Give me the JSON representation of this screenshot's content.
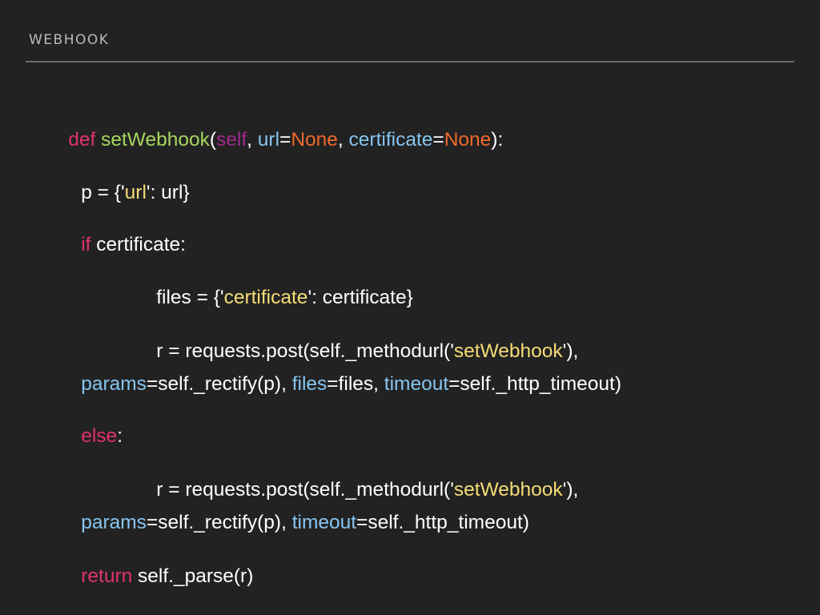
{
  "slide": {
    "title": "WEBHOOK"
  },
  "code": {
    "lines": [
      {
        "tokens": [
          {
            "text": "def ",
            "kind": "kw"
          },
          {
            "text": "setWebhook",
            "kind": "fn"
          },
          {
            "text": "(",
            "kind": "punct"
          },
          {
            "text": "self",
            "kind": "param"
          },
          {
            "text": ", ",
            "kind": "punct"
          },
          {
            "text": "url",
            "kind": "name"
          },
          {
            "text": "=",
            "kind": "punct"
          },
          {
            "text": "None",
            "kind": "const"
          },
          {
            "text": ", ",
            "kind": "punct"
          },
          {
            "text": "certificate",
            "kind": "name"
          },
          {
            "text": "=",
            "kind": "punct"
          },
          {
            "text": "None",
            "kind": "const"
          },
          {
            "text": "):",
            "kind": "punct"
          }
        ]
      },
      {
        "tokens": [
          {
            "text": "p = {'",
            "kind": "plain"
          },
          {
            "text": "url",
            "kind": "str"
          },
          {
            "text": "': url}",
            "kind": "plain"
          }
        ]
      },
      {
        "tokens": [
          {
            "text": "if",
            "kind": "kw"
          },
          {
            "text": " certificate:",
            "kind": "plain"
          }
        ]
      },
      {
        "tokens": [
          {
            "text": "files = {'",
            "kind": "plain"
          },
          {
            "text": "certificate",
            "kind": "str"
          },
          {
            "text": "': certificate}",
            "kind": "plain"
          }
        ]
      },
      {
        "tokens": [
          {
            "text": "r = requests.post(self._methodurl('",
            "kind": "plain"
          },
          {
            "text": "setWebhook",
            "kind": "str"
          },
          {
            "text": "'),",
            "kind": "plain"
          }
        ]
      },
      {
        "tokens": [
          {
            "text": "params",
            "kind": "name"
          },
          {
            "text": "=self._rectify(p), ",
            "kind": "plain"
          },
          {
            "text": "files",
            "kind": "name"
          },
          {
            "text": "=files, ",
            "kind": "plain"
          },
          {
            "text": "timeout",
            "kind": "name"
          },
          {
            "text": "=self._http_timeout)",
            "kind": "plain"
          }
        ]
      },
      {
        "tokens": [
          {
            "text": "else",
            "kind": "kw"
          },
          {
            "text": ":",
            "kind": "plain"
          }
        ]
      },
      {
        "tokens": [
          {
            "text": "r = requests.post(self._methodurl('",
            "kind": "plain"
          },
          {
            "text": "setWebhook",
            "kind": "str"
          },
          {
            "text": "'),",
            "kind": "plain"
          }
        ]
      },
      {
        "tokens": [
          {
            "text": "params",
            "kind": "name"
          },
          {
            "text": "=self._rectify(p), ",
            "kind": "plain"
          },
          {
            "text": "timeout",
            "kind": "name"
          },
          {
            "text": "=self._http_timeout)",
            "kind": "plain"
          }
        ]
      },
      {
        "tokens": [
          {
            "text": "return",
            "kind": "kw"
          },
          {
            "text": " self._parse(r)",
            "kind": "plain"
          }
        ]
      }
    ]
  },
  "colors": {
    "background": "#222222",
    "title": "#b9b9b9",
    "divider": "#6b6b6b",
    "keyword": "#e0326e",
    "function": "#a6d65e",
    "self_param": "#9e2a8a",
    "name": "#86c5f0",
    "constant": "#f0692a",
    "string": "#f5dd75",
    "plain": "#ffffff"
  }
}
